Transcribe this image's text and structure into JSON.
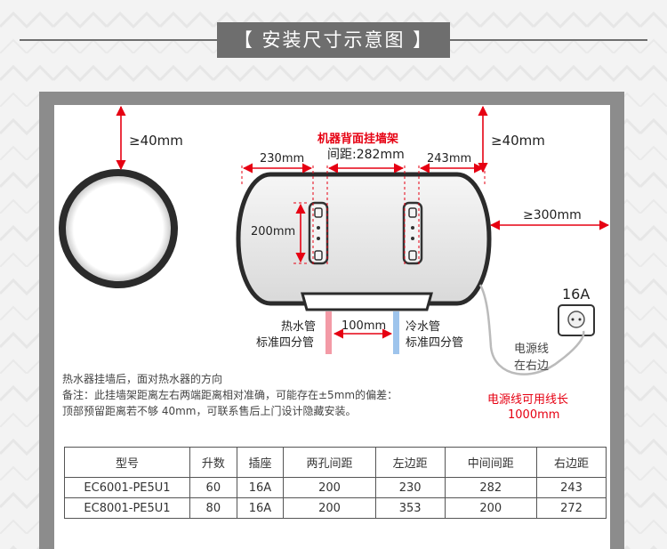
{
  "title": "【 安装尺寸示意图 】",
  "labels": {
    "top_clear_left": "≥40mm",
    "top_clear_right": "≥40mm",
    "right_clear": "≥300mm",
    "bracket_title": "机器背面挂墙架",
    "bracket_spacing": "间距:282mm",
    "left_dist": "230mm",
    "right_dist": "243mm",
    "height_dist": "200mm",
    "pipe_spacing": "100mm",
    "hot_pipe_1": "热水管",
    "hot_pipe_2": "标准四分管",
    "cold_pipe_1": "冷水管",
    "cold_pipe_2": "标准四分管",
    "socket": "16A",
    "cord_1": "电源线",
    "cord_2": "在右边",
    "cord_len_1": "电源线可用线长",
    "cord_len_2": "1000mm"
  },
  "notes": [
    "热水器挂墙后，面对热水器的方向",
    "备注：此挂墙架距离左右两端距离相对准确，可能存在±5mm的偏差：",
    "顶部预留距离若不够 40mm，可联系售后上门设计隐藏安装。"
  ],
  "table": {
    "headers": [
      "型号",
      "升数",
      "插座",
      "两孔间距",
      "左边距",
      "中间间距",
      "右边距"
    ],
    "rows": [
      [
        "EC6001-PE5U1",
        "60",
        "16A",
        "200",
        "230",
        "282",
        "243"
      ],
      [
        "EC8001-PE5U1",
        "80",
        "16A",
        "200",
        "353",
        "200",
        "272"
      ]
    ]
  },
  "colors": {
    "dimension_red": "#e60012",
    "wall_gray": "#8c8c8c",
    "hot_pipe": "#f39aa6",
    "cold_pipe": "#9ec4ec"
  }
}
